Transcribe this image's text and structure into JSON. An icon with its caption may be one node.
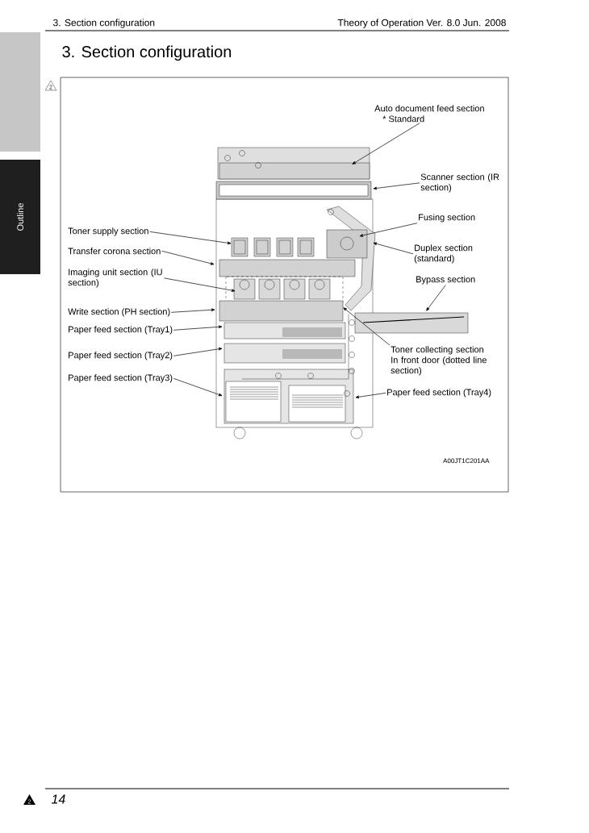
{
  "diagram": {
    "title": "3. Section configuration",
    "nodes": [
      {
        "text": [
          "Auto document feed section",
          "* Standard"
        ]
      },
      {
        "text": [
          "Scanner section (IR section)"
        ]
      },
      {
        "text": [
          "Fusing section"
        ]
      },
      {
        "text": [
          "Duplex section (standard)"
        ]
      },
      {
        "text": [
          "Bypass section"
        ]
      },
      {
        "text": [
          "Toner collecting section",
          "In front door (dotted line section)"
        ]
      },
      {
        "text": [
          "Paper feed section (Tray4)"
        ]
      },
      {
        "text": [
          "Toner supply section"
        ]
      },
      {
        "text": [
          "Transfer corona section"
        ]
      },
      {
        "text": [
          "Imaging unit section (IU section)"
        ]
      },
      {
        "text": [
          "Write section (PH section)"
        ]
      },
      {
        "text": [
          "Paper feed section (Tray1)"
        ]
      },
      {
        "text": [
          "Paper feed section (Tray2)"
        ]
      },
      {
        "text": [
          "Paper feed section (Tray3)"
        ]
      }
    ],
    "edges": [
      {
        "from": 0,
        "to": null,
        "arrow": "to"
      },
      {
        "from": 1,
        "to": null,
        "arrow": "to"
      },
      {
        "from": 2,
        "to": null,
        "arrow": "to"
      },
      {
        "from": 3,
        "to": null,
        "arrow": "to"
      },
      {
        "from": 4,
        "to": null,
        "arrow": "to"
      },
      {
        "from": 5,
        "to": null,
        "arrow": "to"
      },
      {
        "from": 6,
        "to": null,
        "arrow": "to"
      },
      {
        "from": 7,
        "to": null,
        "arrow": "to"
      },
      {
        "from": 8,
        "to": null,
        "arrow": "to"
      },
      {
        "from": 9,
        "to": null,
        "arrow": "to"
      },
      {
        "from": 10,
        "to": null,
        "arrow": "to"
      },
      {
        "from": 11,
        "to": null,
        "arrow": "to"
      },
      {
        "from": 12,
        "to": null,
        "arrow": "to"
      },
      {
        "from": 13,
        "to": null,
        "arrow": "to"
      }
    ],
    "labels": [
      "3. Section configuration",
      "Theory of Operation Ver. 8.0 Jun. 2008",
      "Outline",
      "2",
      "A00JT1C201AA",
      "2",
      "14"
    ]
  }
}
